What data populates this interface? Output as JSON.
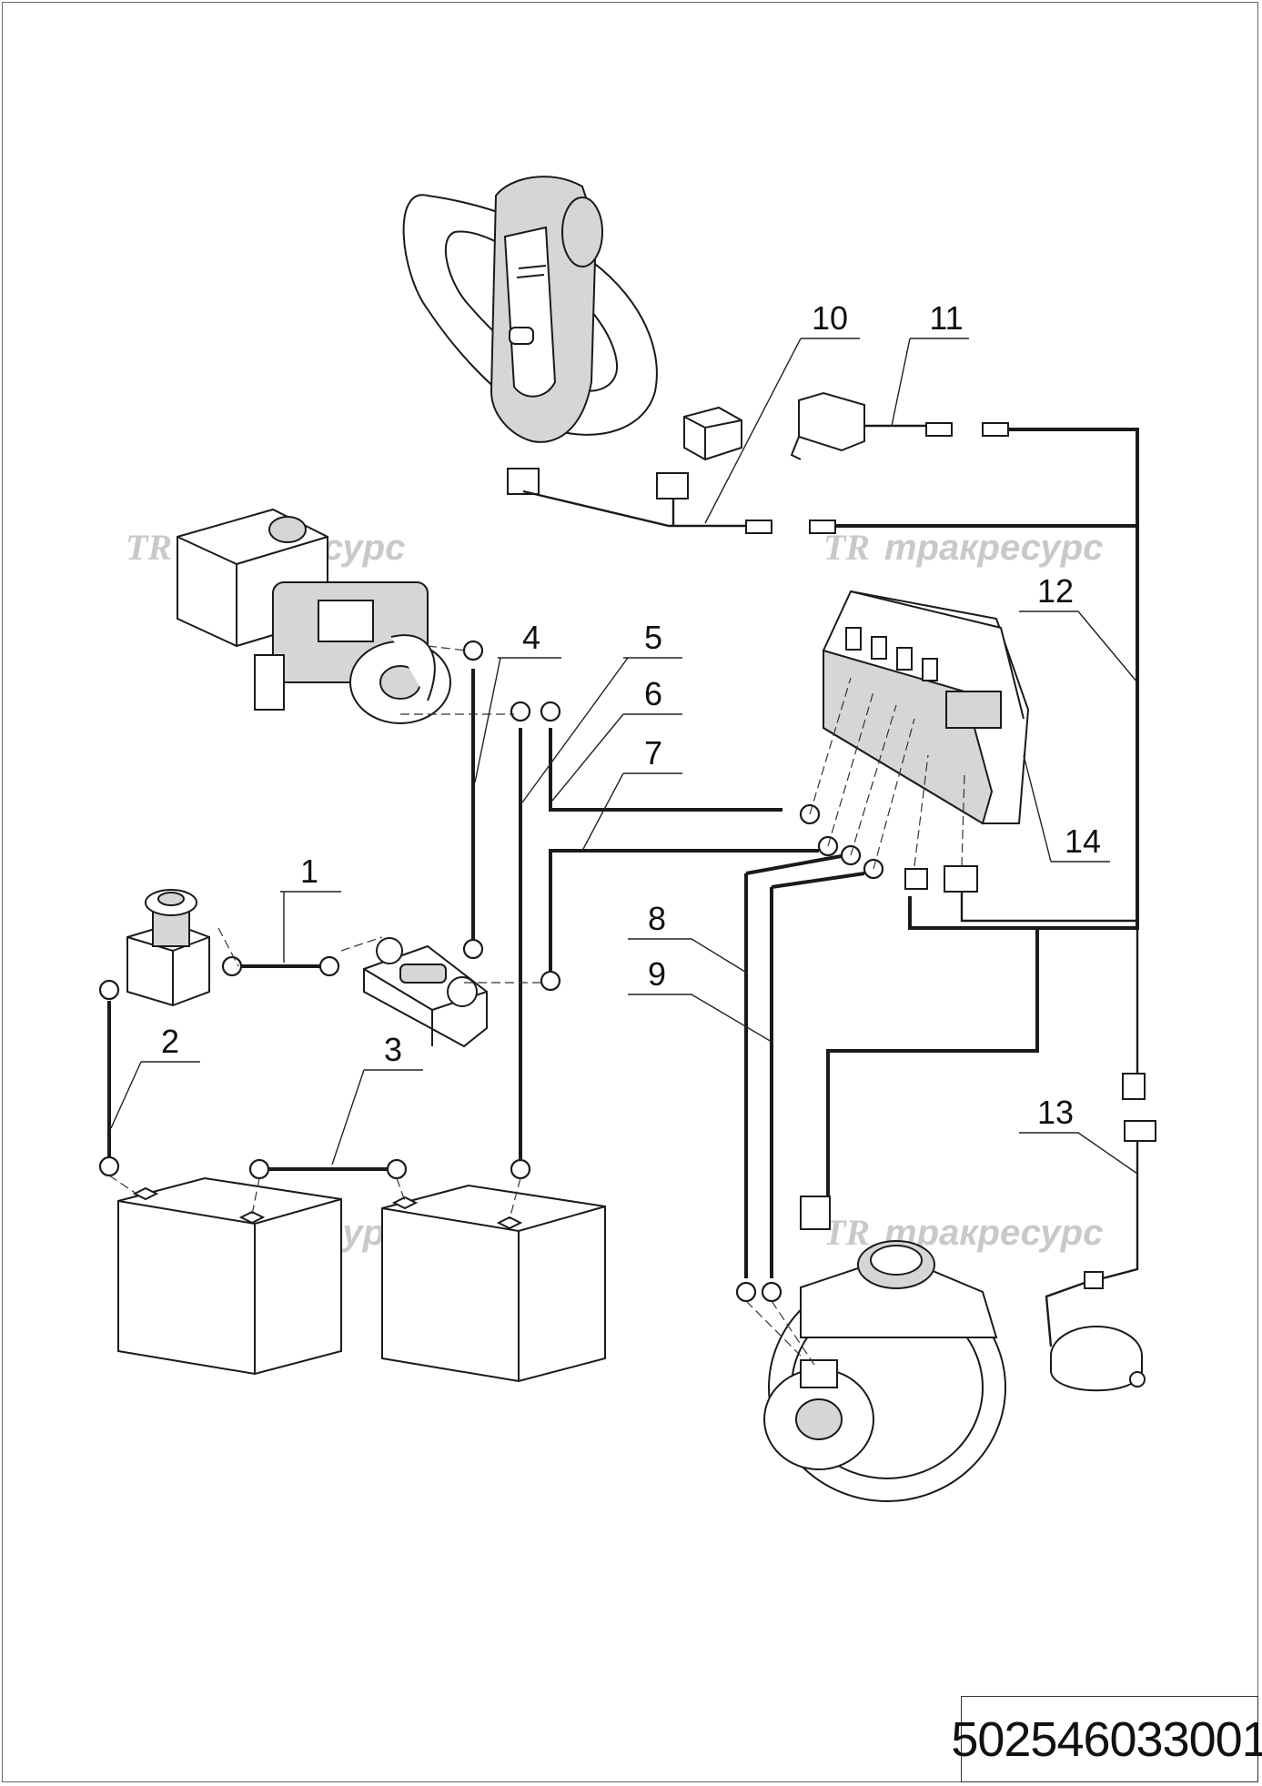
{
  "callouts": [
    "1",
    "2",
    "3",
    "4",
    "5",
    "6",
    "7",
    "8",
    "9",
    "10",
    "11",
    "12",
    "13",
    "14"
  ],
  "watermark": {
    "logo": "TR",
    "text": "тракресурс"
  },
  "document_number": "502546033001"
}
